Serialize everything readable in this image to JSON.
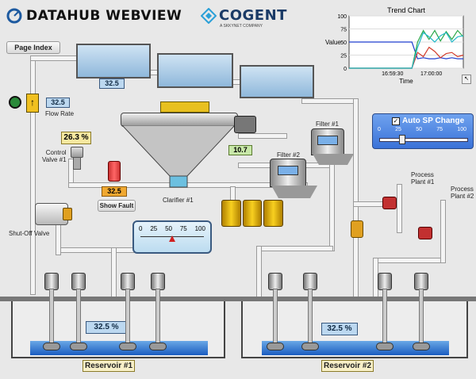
{
  "header": {
    "logo_text": "DATAHUB WEBVIEW",
    "brand_text": "COGENT",
    "brand_sub": "A SKKYNET COMPANY"
  },
  "toolbar": {
    "page_index_label": "Page Index"
  },
  "values": {
    "tank1": "32.5",
    "flow_rate": "32.5",
    "control_valve_pct": "26.3 %",
    "flow_meter": "32.5",
    "filter_meter": "10.7",
    "reservoir1": "32.5 %",
    "reservoir2": "32.5 %"
  },
  "labels": {
    "flow_rate": "Flow Rate",
    "control_valve": "Control\nValve #1",
    "shutoff_valve": "Shut-Off Valve",
    "clarifier": "Clarifier #1",
    "filter1": "Filter #1",
    "filter2": "Filter #2",
    "process_plant1": "Process\nPlant #1",
    "process_plant2": "Process\nPlant #2",
    "show_fault": "Show Fault",
    "reservoir1": "Reservoir #1",
    "reservoir2": "Reservoir #2"
  },
  "gauge": {
    "ticks": [
      "0",
      "25",
      "50",
      "75",
      "100"
    ],
    "value": 50
  },
  "sp_panel": {
    "checkbox_label": "Auto SP Change",
    "checked": true,
    "ticks": [
      "0",
      "25",
      "50",
      "75",
      "100"
    ],
    "slider_value": 25
  },
  "chart_data": {
    "type": "line",
    "title": "Trend Chart",
    "xlabel": "Time",
    "ylabel": "Value",
    "ylim": [
      0,
      100
    ],
    "yticks": [
      "100",
      "75",
      "50",
      "25",
      "0"
    ],
    "xticks": [
      "16:59:30",
      "17:00:00"
    ],
    "series": [
      {
        "color": "#1f3fcf",
        "values": [
          50,
          50,
          50,
          50,
          50,
          50,
          50,
          50,
          50,
          50,
          50,
          50,
          18,
          20,
          18,
          18,
          20,
          18,
          20,
          18,
          18
        ]
      },
      {
        "color": "#2aa84a",
        "values": [
          0,
          0,
          0,
          0,
          0,
          0,
          0,
          0,
          0,
          0,
          0,
          0,
          50,
          72,
          55,
          72,
          52,
          70,
          55,
          72,
          60
        ]
      },
      {
        "color": "#d23a2a",
        "values": [
          0,
          0,
          0,
          0,
          0,
          0,
          0,
          0,
          0,
          0,
          0,
          0,
          30,
          22,
          40,
          32,
          20,
          28,
          30,
          22,
          25
        ]
      },
      {
        "color": "#22b8c8",
        "values": [
          0,
          0,
          0,
          0,
          0,
          0,
          0,
          0,
          0,
          0,
          0,
          0,
          40,
          68,
          60,
          50,
          62,
          68,
          50,
          60,
          62
        ]
      }
    ]
  }
}
